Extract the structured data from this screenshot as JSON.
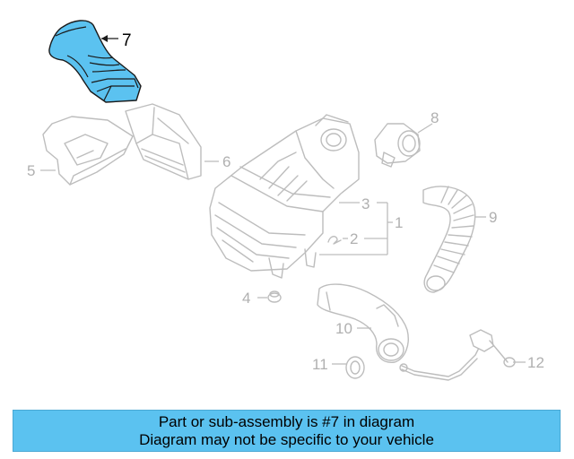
{
  "callouts": {
    "c1": "1",
    "c2": "2",
    "c3": "3",
    "c4": "4",
    "c5": "5",
    "c6": "6",
    "c7": "7",
    "c8": "8",
    "c9": "9",
    "c10": "10",
    "c11": "11",
    "c12": "12"
  },
  "highlight": {
    "part_number": "7",
    "color": "#5bc2f0"
  },
  "banner": {
    "line1": "Part or sub-assembly is #7 in diagram",
    "line2": "Diagram may not be specific to your vehicle"
  }
}
